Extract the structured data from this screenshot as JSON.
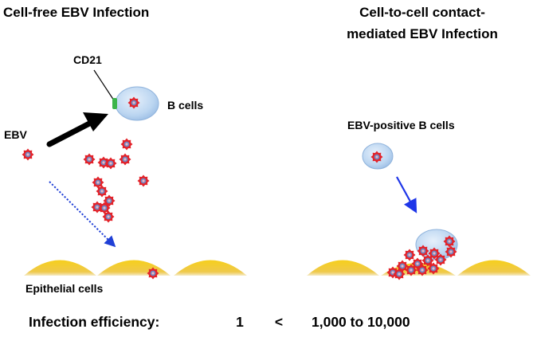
{
  "left_panel": {
    "title": "Cell-free EBV Infection",
    "receptor_label": "CD21",
    "b_cells_label": "B cells",
    "virus_label": "EBV",
    "epithelial_label": "Epithelial cells"
  },
  "right_panel": {
    "title_line1": "Cell-to-cell contact-",
    "title_line2": "mediated EBV Infection",
    "b_cells_label": "EBV-positive B cells"
  },
  "efficiency": {
    "label": "Infection efficiency:",
    "cell_free_value": "1",
    "comparator": "<",
    "contact_value": "1,000 to 10,000"
  },
  "colors": {
    "cell_fill": "#bcd6f1",
    "cell_stroke": "#8fb3dc",
    "epithelium": "#f2c81c",
    "virus_outer": "#e3232a",
    "virus_inner": "#6f86c2",
    "receptor": "#3bb54a",
    "dotted_arrow": "#1f3fd6",
    "blue_arrow": "#1e36e8"
  },
  "icons": {
    "virus": "ebv-virion-icon",
    "receptor": "cd21-receptor-icon"
  }
}
